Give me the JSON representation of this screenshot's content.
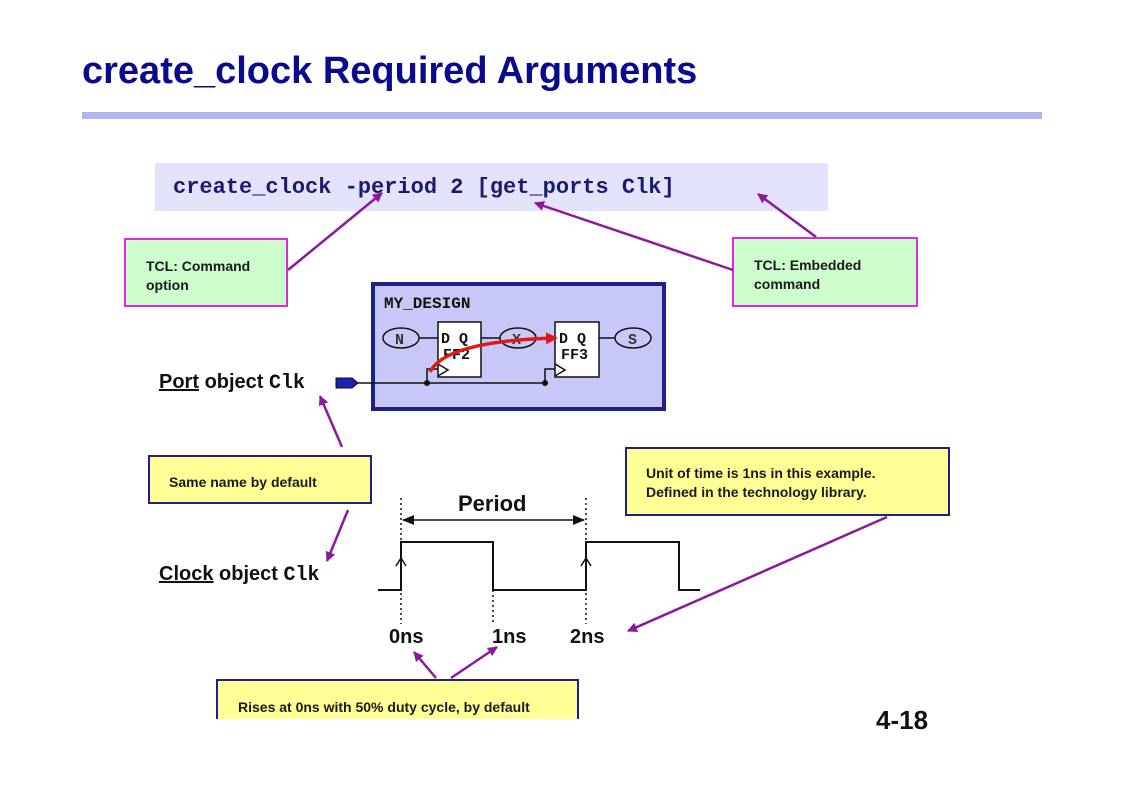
{
  "slide": {
    "title": "create_clock Required Arguments",
    "command": "create_clock -period 2 [get_ports Clk]",
    "page_number": "4-18"
  },
  "callouts": {
    "command_option": "TCL: Command option",
    "embedded_command": "TCL: Embedded command",
    "same_name": "Same name by default",
    "unit_of_time_line1": "Unit of time is 1ns in this example.",
    "unit_of_time_line2": "Defined in the technology library.",
    "rises": "Rises at 0ns with 50% duty cycle, by default"
  },
  "port_label": {
    "word": "Port",
    "rest": "object",
    "name": "Clk"
  },
  "clock_label": {
    "word": "Clock",
    "rest": "object",
    "name": "Clk"
  },
  "design": {
    "name": "MY_DESIGN",
    "ports": [
      "N",
      "X",
      "S"
    ],
    "flip_flops": [
      {
        "pins": "D Q",
        "name": "FF2"
      },
      {
        "pins": "D Q",
        "name": "FF3"
      }
    ]
  },
  "waveform": {
    "period_label": "Period",
    "ticks": [
      "0ns",
      "1ns",
      "2ns"
    ]
  },
  "colors": {
    "title": "#0a0a8c",
    "rule": "#b4b4f0",
    "command_bg": "#e3e3fb",
    "callout_green": "#cdfccd",
    "callout_yellow": "#ffff96",
    "magenta_border": "#e028e0",
    "arrow": "#8a1a9a",
    "design_fill": "#c8c8f8",
    "design_border": "#1f1f8c",
    "path": "#e01818"
  }
}
